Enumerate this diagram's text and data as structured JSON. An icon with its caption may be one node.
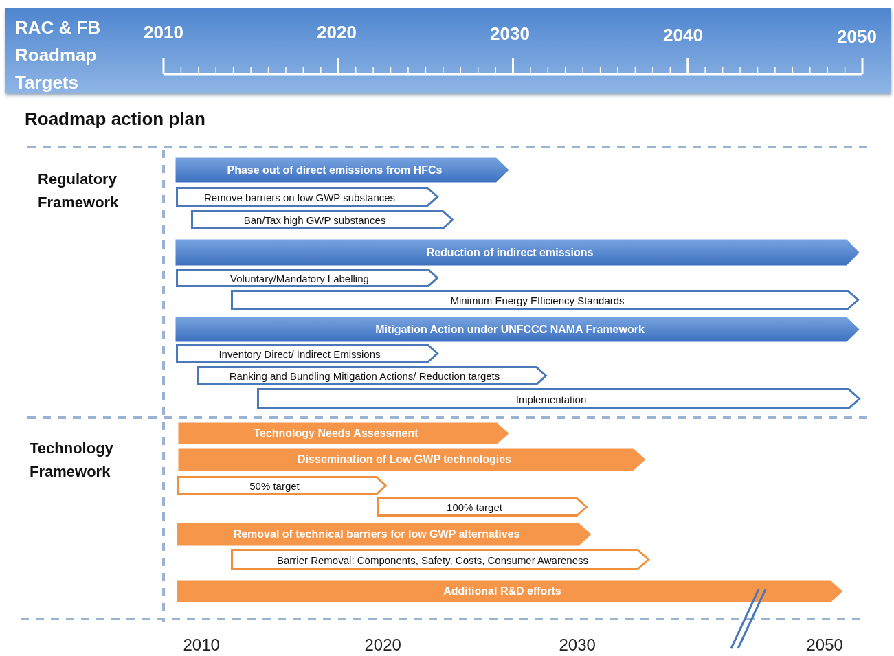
{
  "diagram": {
    "title": "RAC & FB Roadmap Targets",
    "nodes": [
      {
        "text": [
          "Phase out of direct emissions from HFCs"
        ]
      },
      {
        "text": [
          "Remove barriers on low GWP substances"
        ]
      },
      {
        "text": [
          "Ban/Tax high GWP substances"
        ]
      },
      {
        "text": [
          "Reduction of indirect emissions"
        ]
      },
      {
        "text": [
          "Voluntary/Mandatory Labelling"
        ]
      },
      {
        "text": [
          "Minimum Energy Efficiency Standards"
        ]
      },
      {
        "text": [
          "Mitigation Action under UNFCCC NAMA Framework"
        ]
      },
      {
        "text": [
          "Inventory Direct/ Indirect Emissions"
        ]
      },
      {
        "text": [
          "Ranking and Bundling Mitigation Actions/ Reduction targets"
        ]
      },
      {
        "text": [
          "Implementation"
        ]
      },
      {
        "text": [
          "Technology Needs Assessment"
        ]
      },
      {
        "text": [
          "Dissemination of Low GWP technologies"
        ]
      },
      {
        "text": [
          "50% target"
        ]
      },
      {
        "text": [
          "100% target"
        ]
      },
      {
        "text": [
          "Removal of technical barriers for low GWP alternatives"
        ]
      },
      {
        "text": [
          "Barrier Removal: Components, Safety, Costs, Consumer Awareness"
        ]
      },
      {
        "text": [
          "Additional R&D efforts"
        ]
      }
    ],
    "labels": [
      "2010",
      "2020",
      "2030",
      "2040",
      "2050",
      "Roadmap action plan",
      "Regulatory Framework",
      "Technology Framework",
      "2010",
      "2020",
      "2030",
      "2050"
    ]
  }
}
